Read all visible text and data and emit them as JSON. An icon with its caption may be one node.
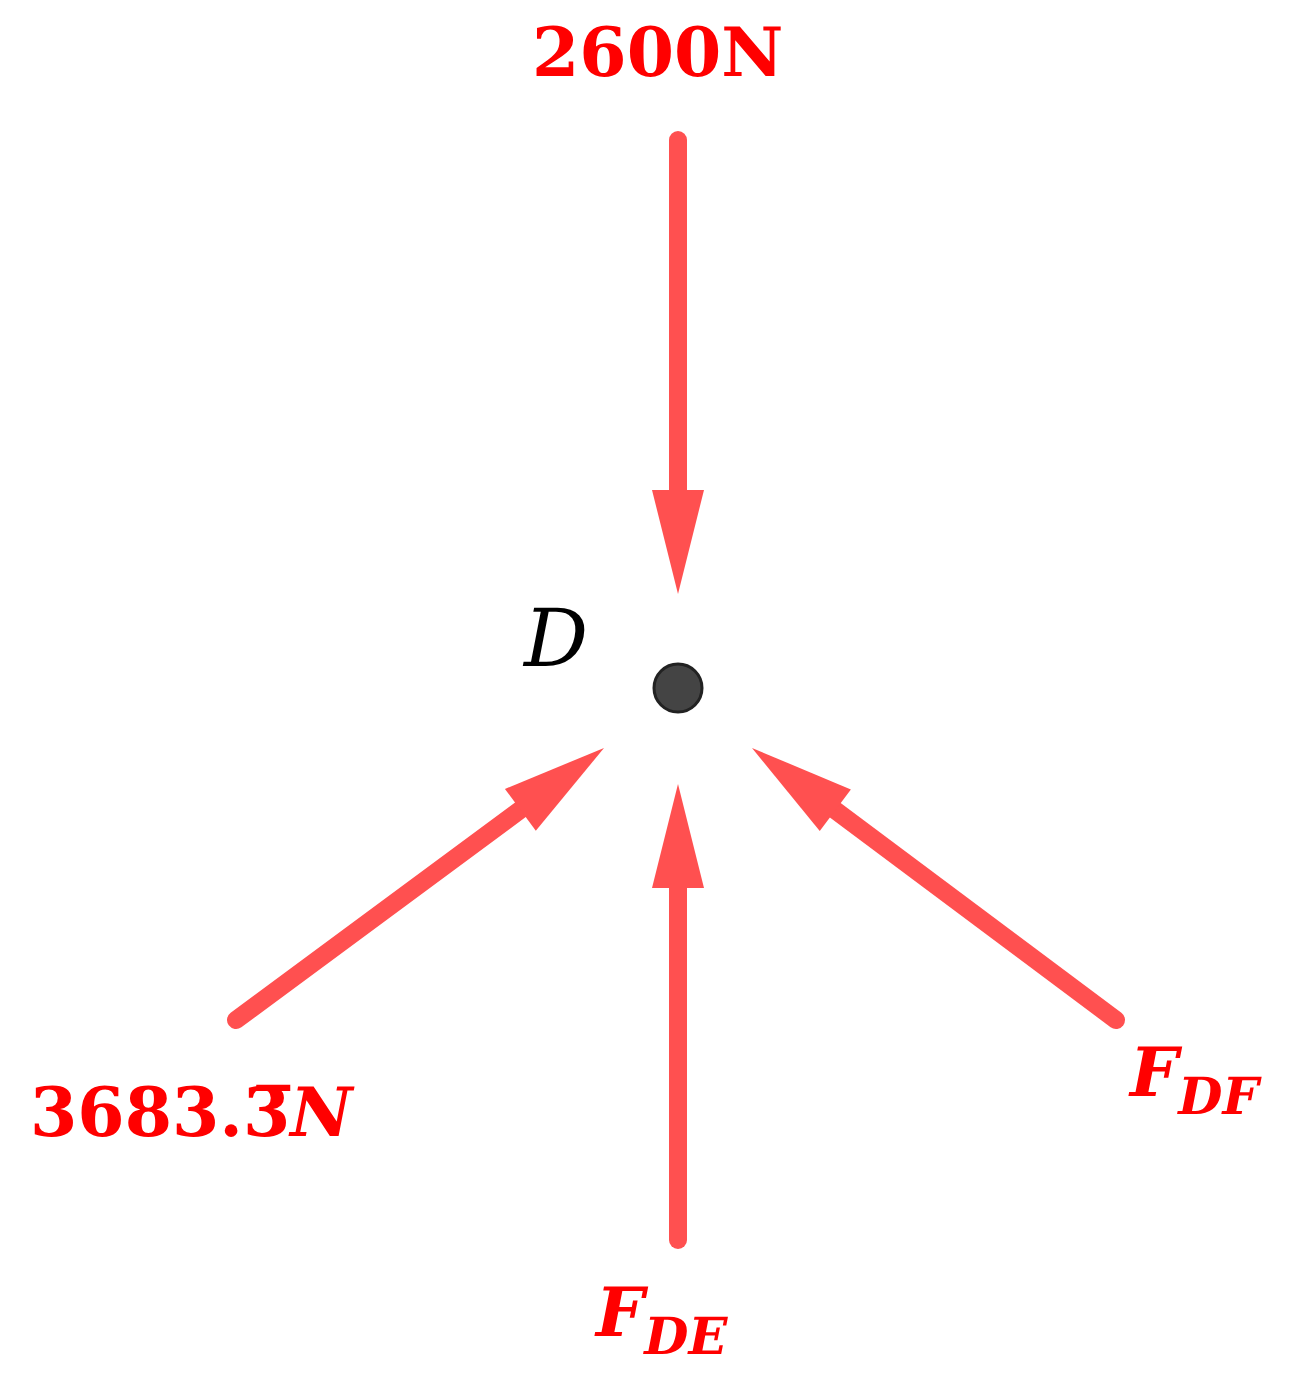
{
  "diagram": {
    "labels": [
      "2600N",
      "D",
      "3683.3̅*N*",
      "F$_{DF}$",
      "F$_{DE}$"
    ]
  }
}
